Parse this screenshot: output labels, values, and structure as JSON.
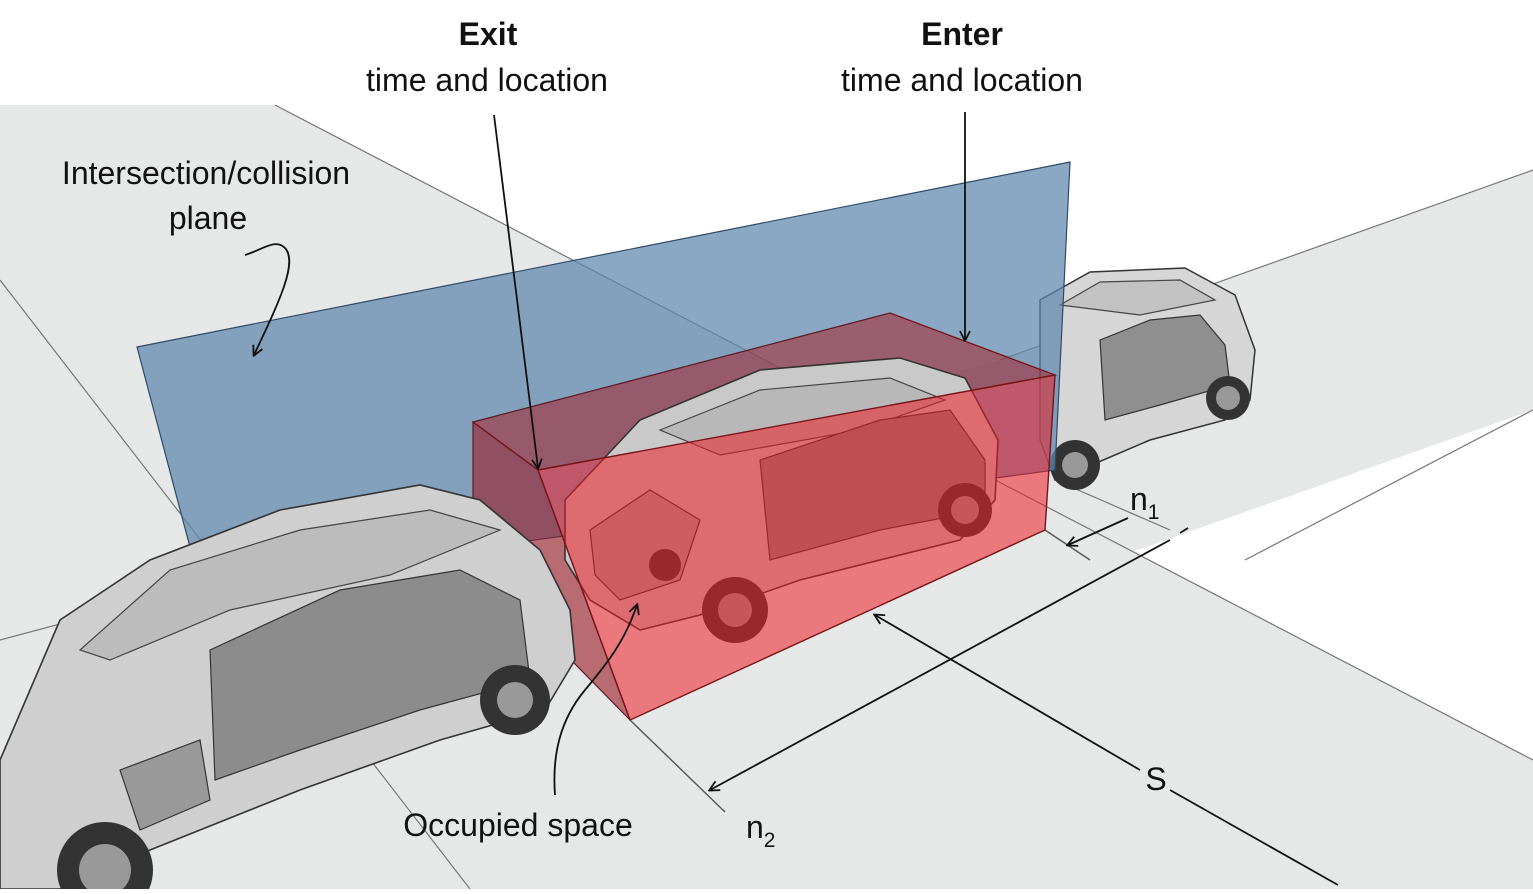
{
  "labels": {
    "exit_title": "Exit",
    "exit_subtitle": "time and location",
    "enter_title": "Enter",
    "enter_subtitle": "time and location",
    "plane_line1": "Intersection/collision",
    "plane_line2": "plane",
    "occupied": "Occupied space",
    "n1_base": "n",
    "n1_sub": "1",
    "n2_base": "n",
    "n2_sub": "2",
    "s": "S"
  },
  "colors": {
    "plane": "#5d86ad",
    "occupied": "#e8141c",
    "road": "#e6e7e7",
    "car_body": "#c9c9c9",
    "car_dark": "#3a3a3a"
  }
}
